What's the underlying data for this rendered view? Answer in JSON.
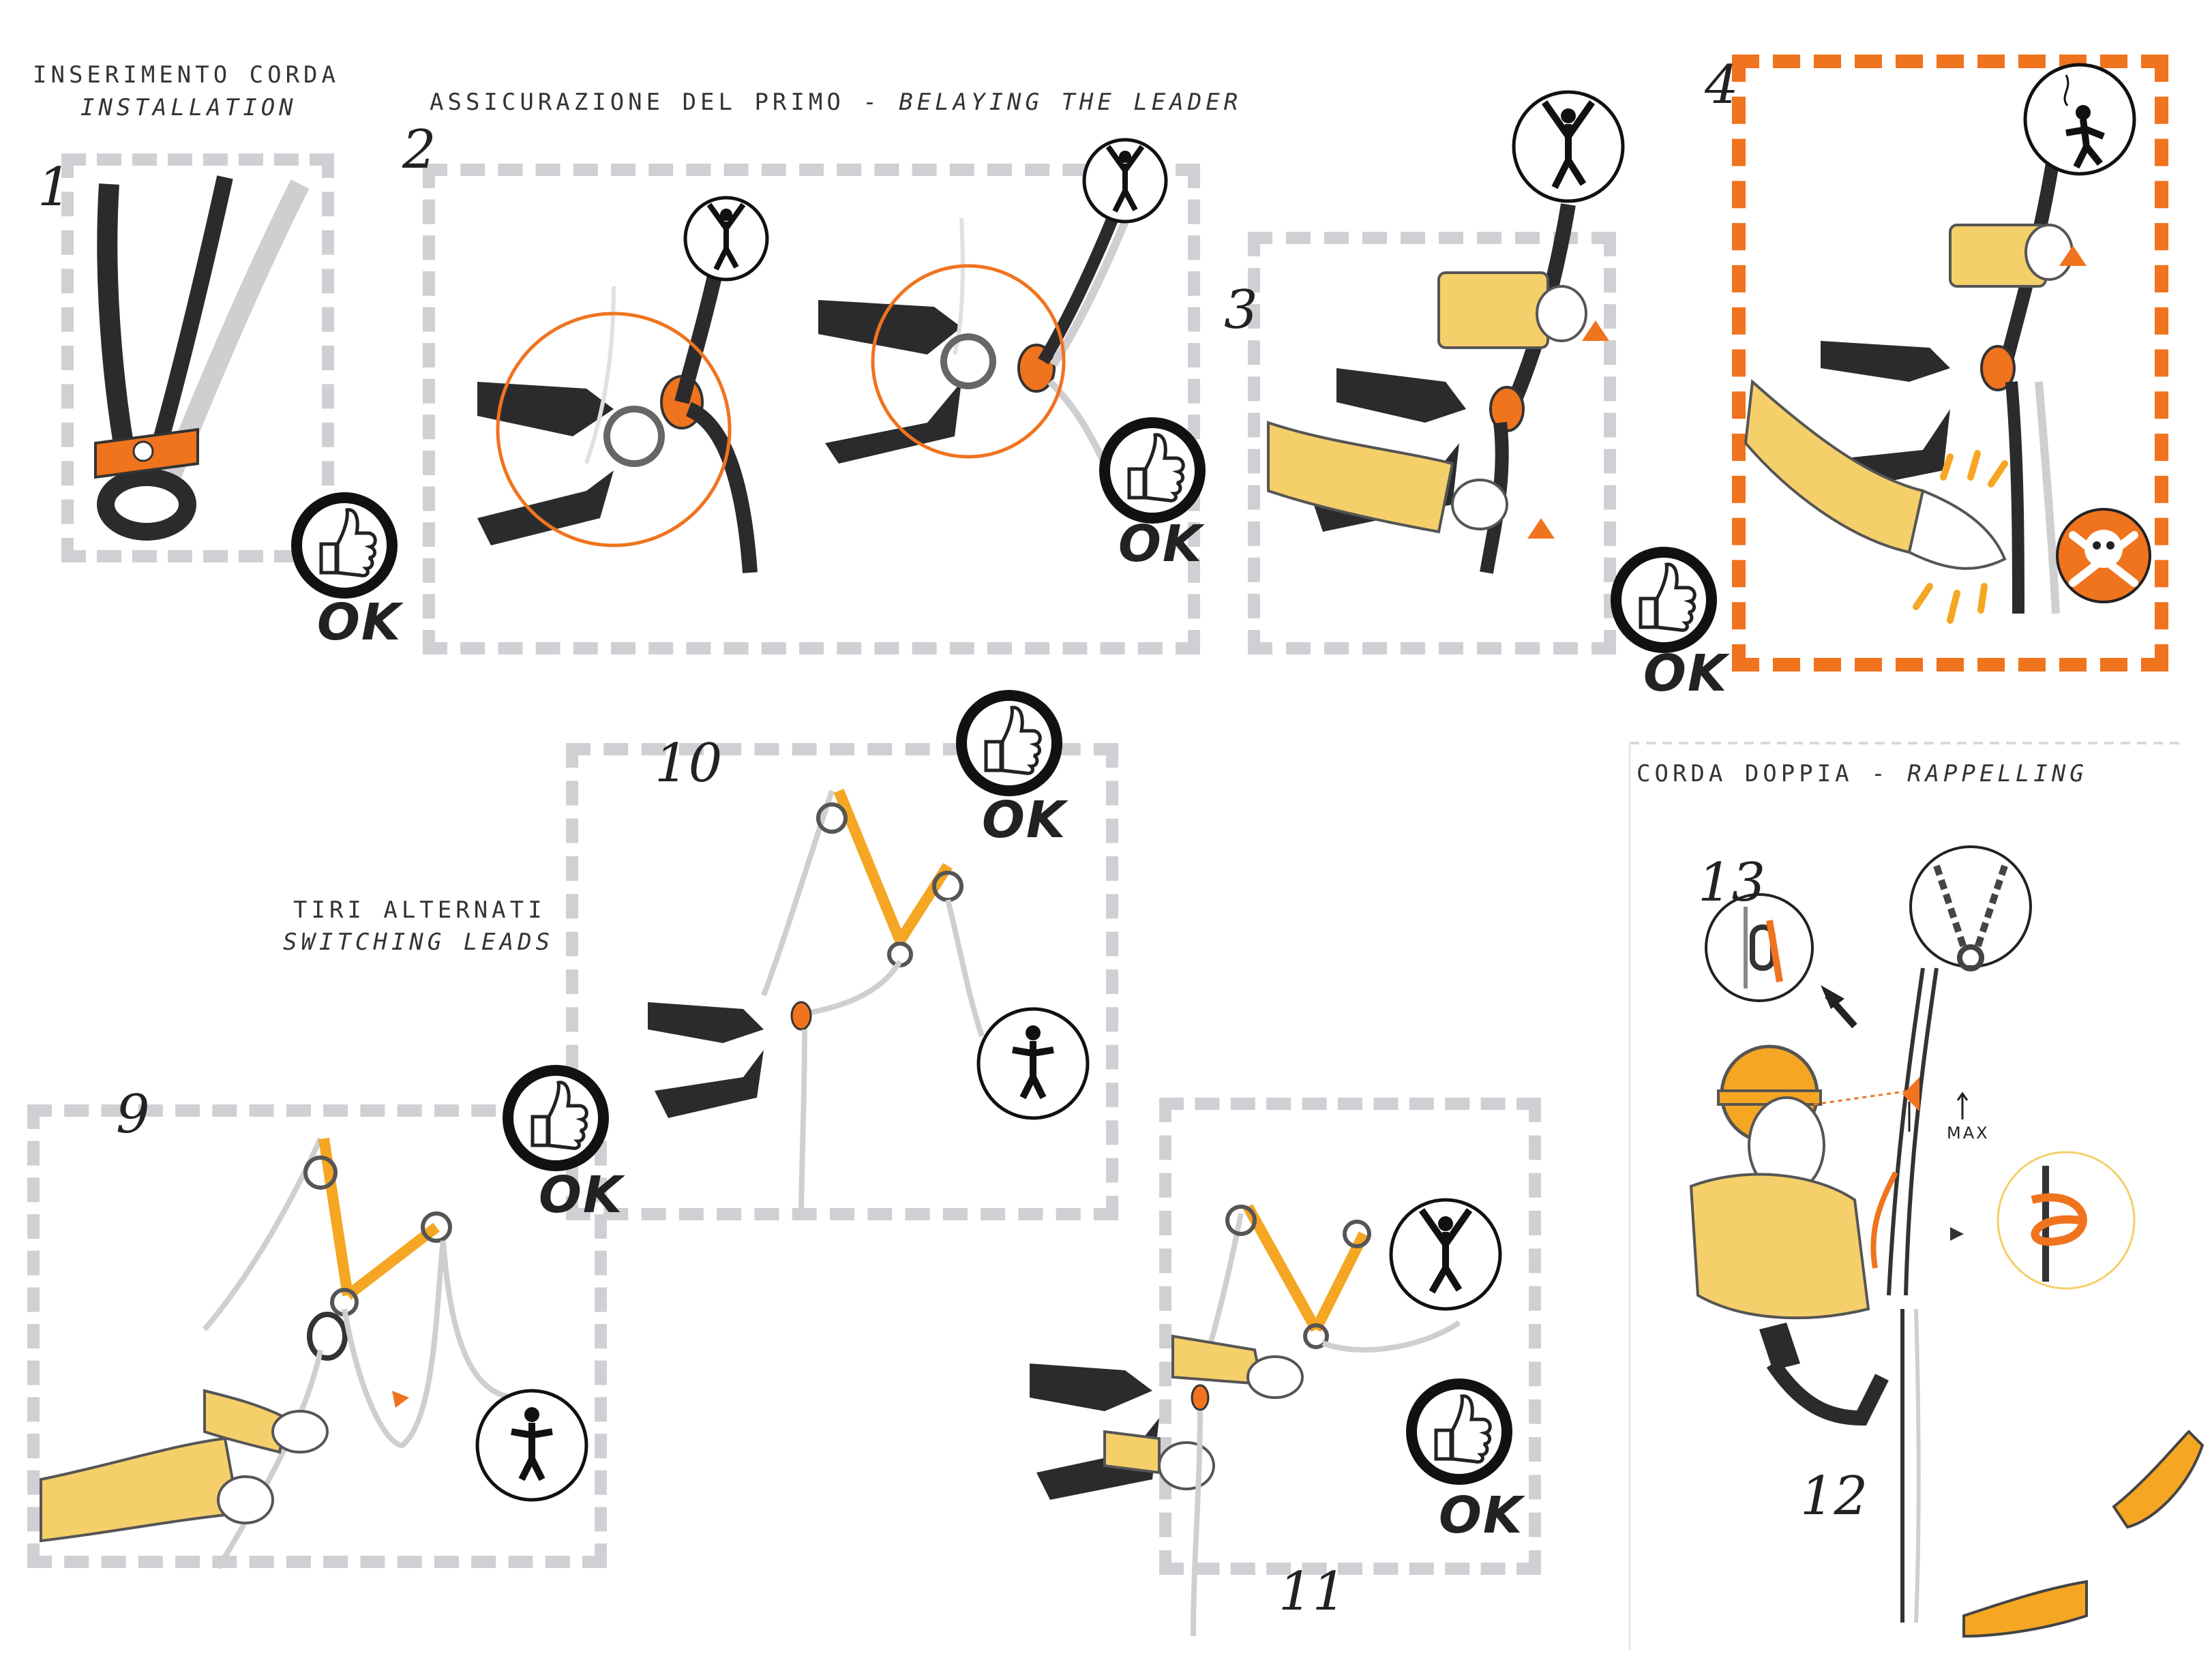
{
  "headings": {
    "installation_it": "INSERIMENTO CORDA",
    "installation_en": "INSTALLATION",
    "belaying_it": "ASSICURAZIONE DEL PRIMO -",
    "belaying_en": "BELAYING THE LEADER",
    "switching_it": "TIRI ALTERNATI",
    "switching_en": "SWITCHING LEADS",
    "rappelling_it": "CORDA DOPPIA -",
    "rappelling_en": "RAPPELLING"
  },
  "steps": [
    "1",
    "2",
    "3",
    "4",
    "9",
    "10",
    "11",
    "12",
    "13"
  ],
  "ok_label": "OK",
  "max_label": "MAX",
  "colors": {
    "accent_orange": "#f0731e",
    "frame_grey": "#d0d0d4",
    "sleeve_yellow": "#f5cf6a",
    "rope_dark": "#2b2b2e",
    "rope_light": "#cfcfd2"
  },
  "icons": [
    "thumbs-up-icon",
    "climber-icon",
    "skull-crossbones-icon",
    "anchor-chain-icon",
    "belay-device-icon"
  ]
}
